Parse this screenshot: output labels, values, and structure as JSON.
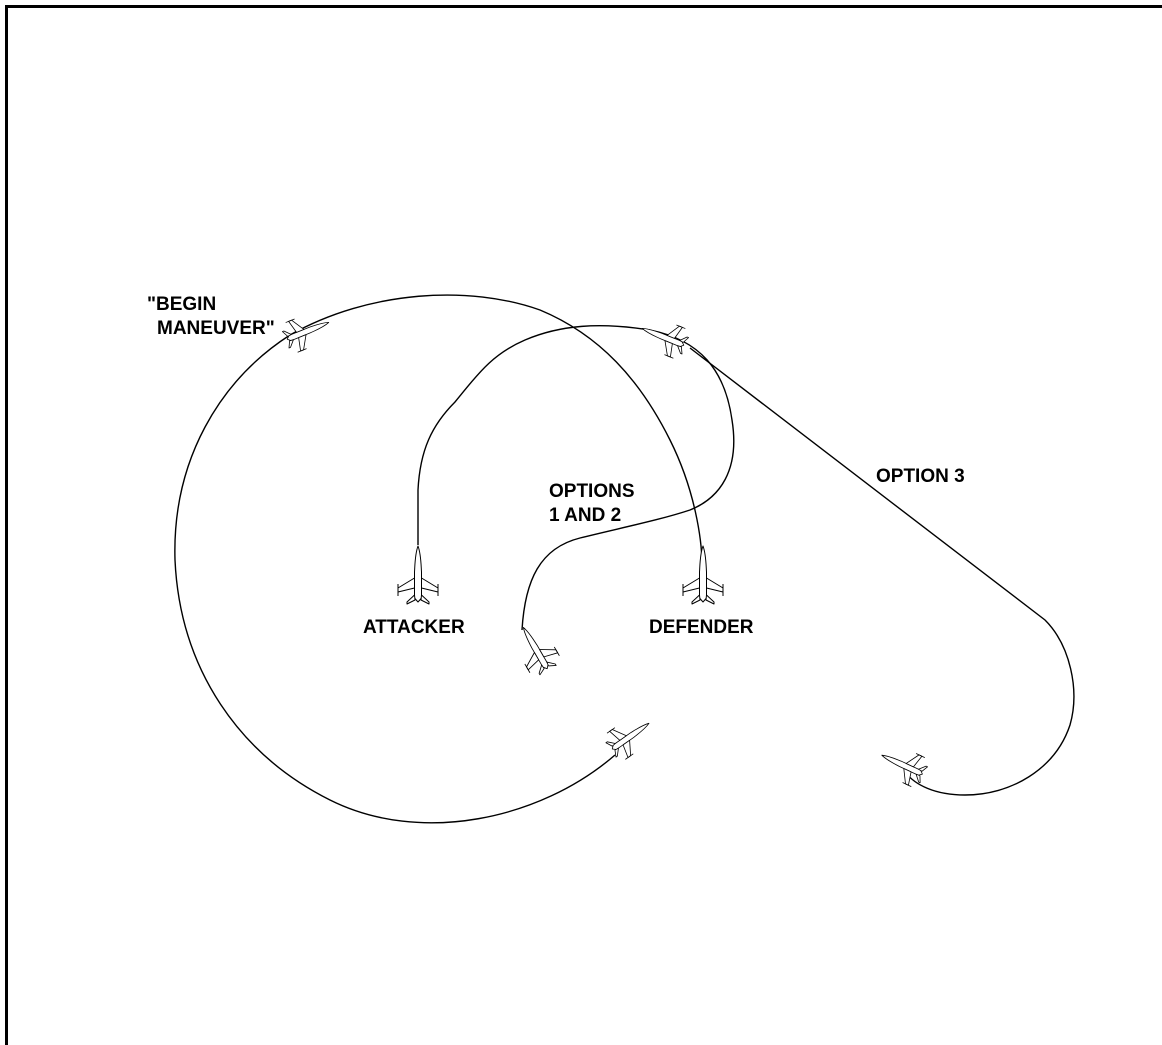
{
  "labels": {
    "begin_line1": "\"BEGIN",
    "begin_line2": "MANEUVER\"",
    "options_line1": "OPTIONS",
    "options_line2": "1 AND 2",
    "option3": "OPTION 3",
    "attacker": "ATTACKER",
    "defender": "DEFENDER"
  },
  "colors": {
    "line": "#000000",
    "background": "#ffffff"
  }
}
